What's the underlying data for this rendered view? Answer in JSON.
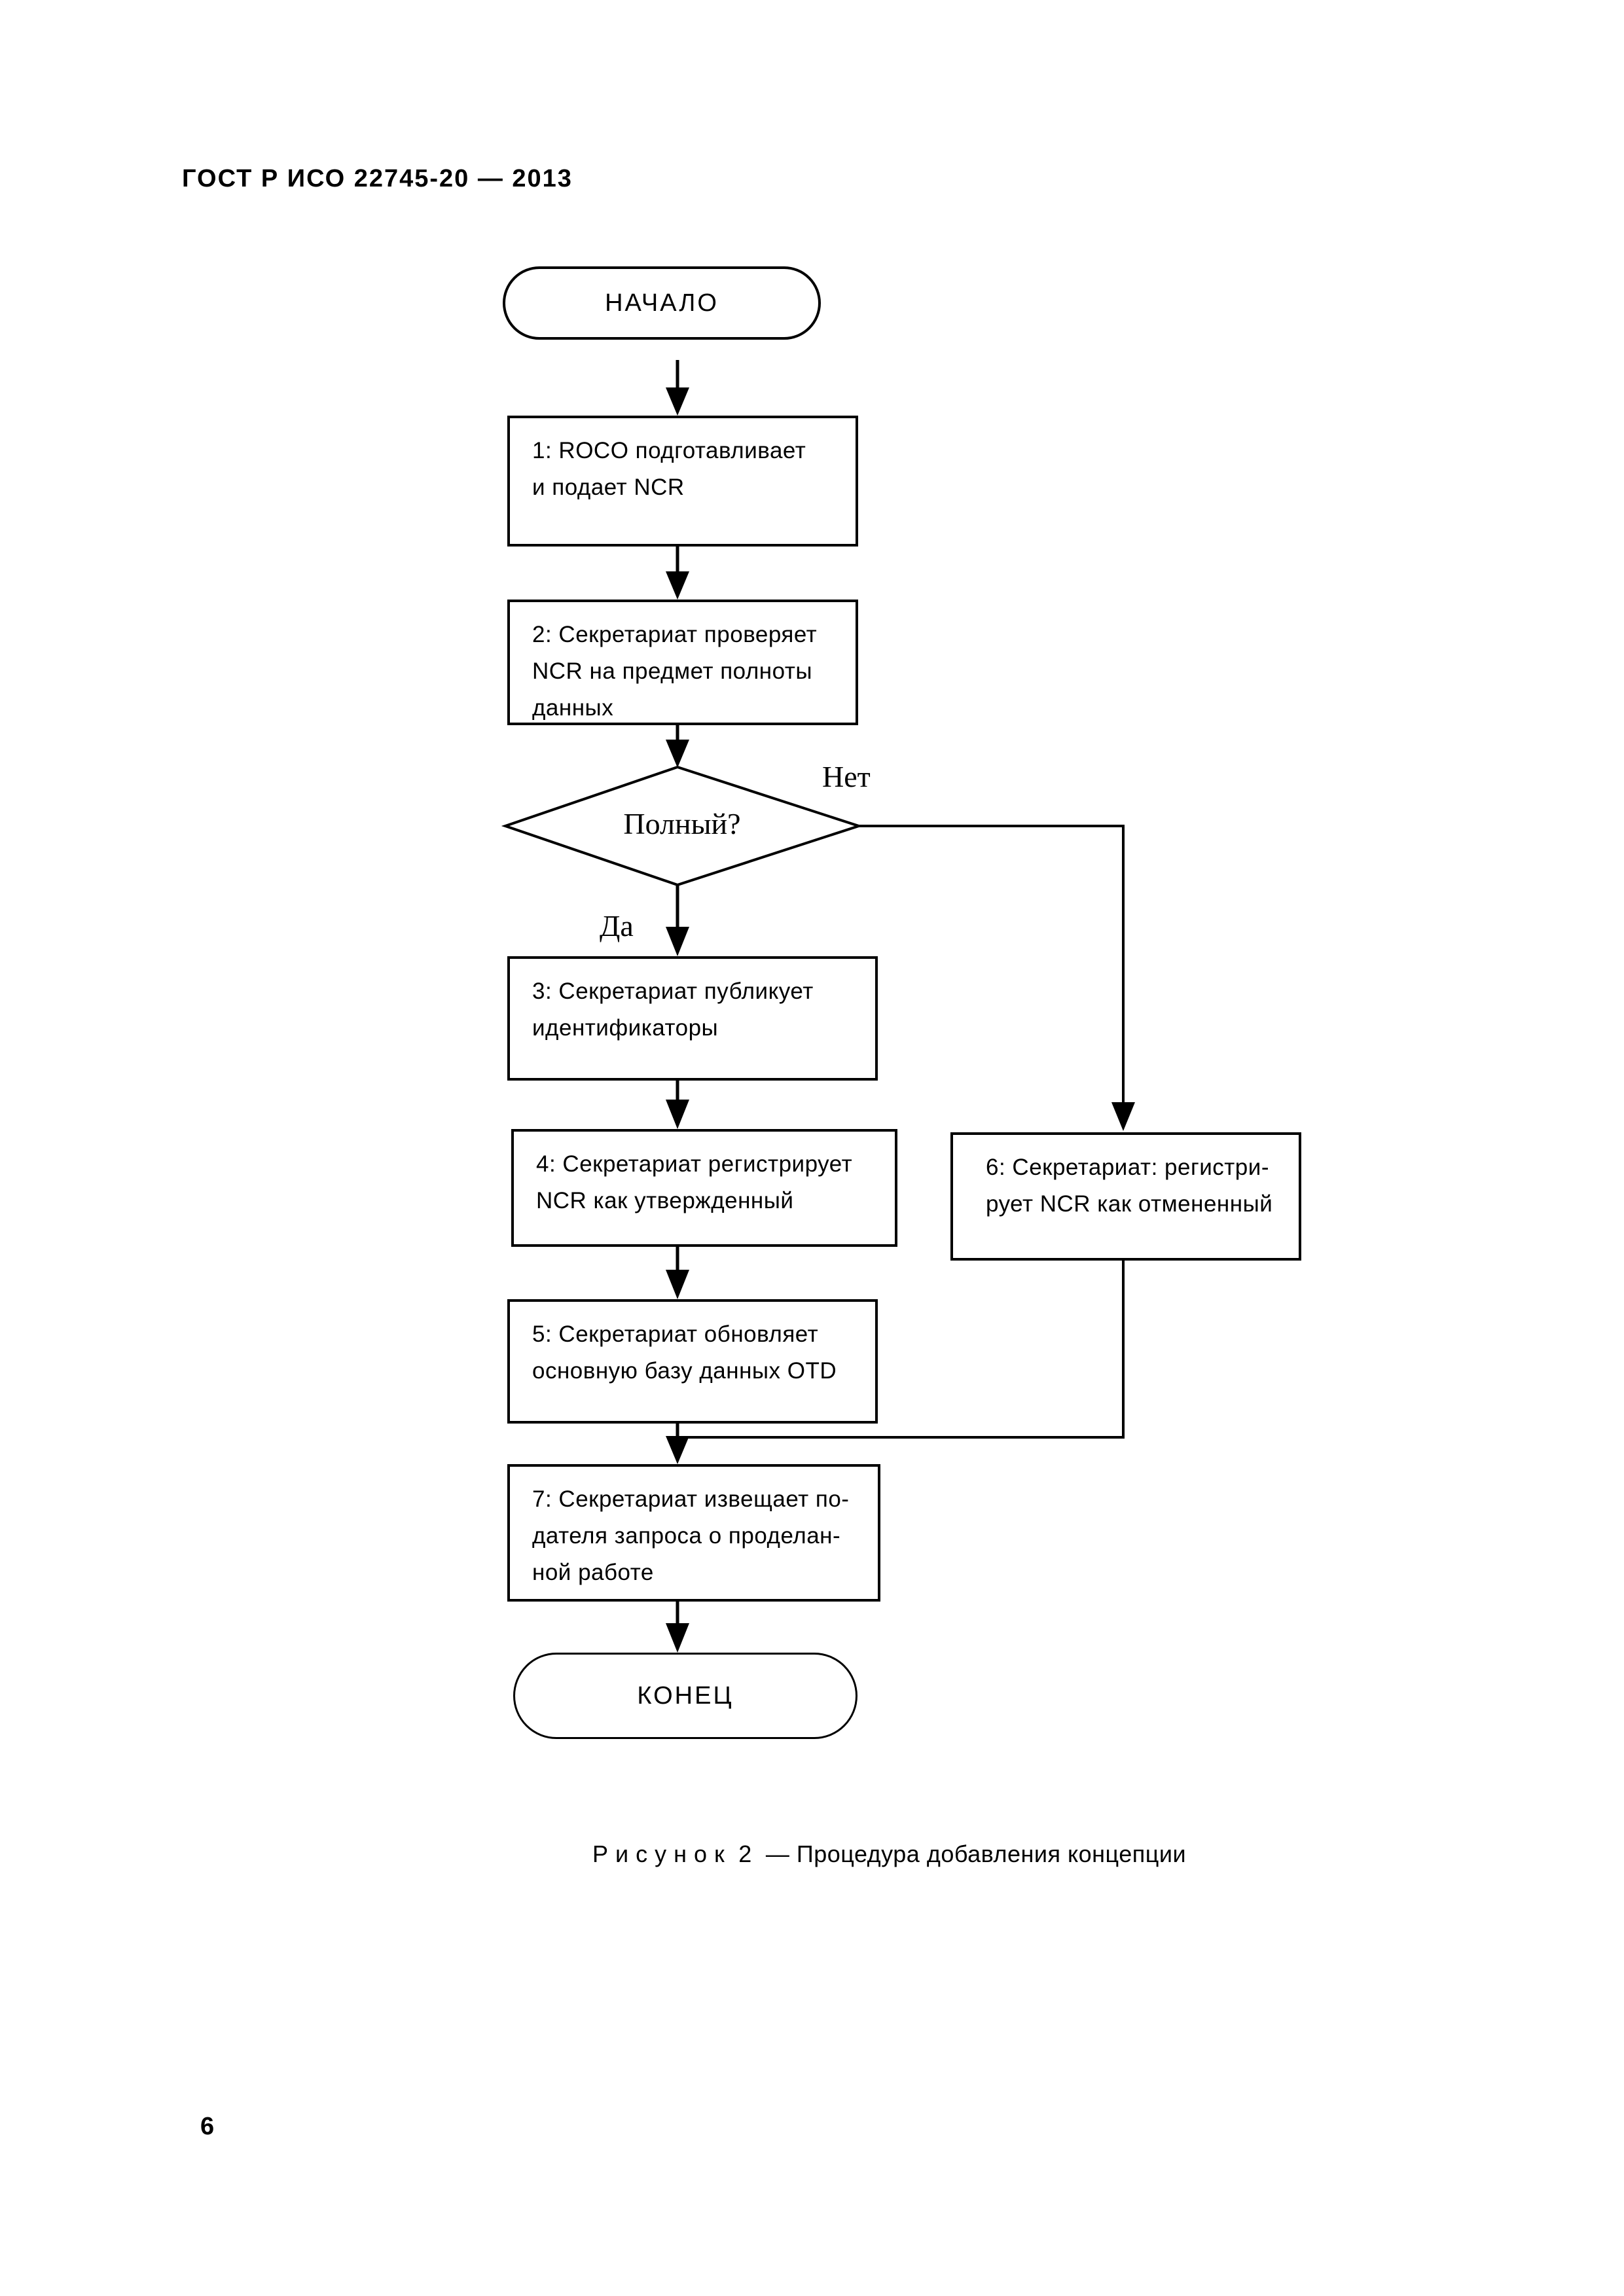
{
  "page": {
    "header": "ГОСТ Р ИСО 22745-20 — 2013",
    "caption": "Р и с у н о к  2  — Процедура добавления концепции",
    "page_number": "6"
  },
  "flowchart": {
    "start_label": "НАЧАЛО",
    "end_label": "КОНЕЦ",
    "decision": {
      "question": "Полный?",
      "no_label": "Нет",
      "yes_label": "Да"
    },
    "steps": {
      "s1": "1: ROCO подготавливает\nи подает NCR",
      "s2": "2: Секретариат проверяет\nNCR на предмет полноты\nданных",
      "s3": "3: Секретариат публикует\nидентификаторы",
      "s4": "4: Секретариат регистрирует\nNCR как утвержденный",
      "s5": "5: Секретариат обновляет\nосновную базу данных OTD",
      "s6": "6: Секретариат: регистри-\nрует NCR как отмененный",
      "s7": "7: Секретариат извещает по-\nдателя запроса о проделан-\nной работе"
    }
  }
}
